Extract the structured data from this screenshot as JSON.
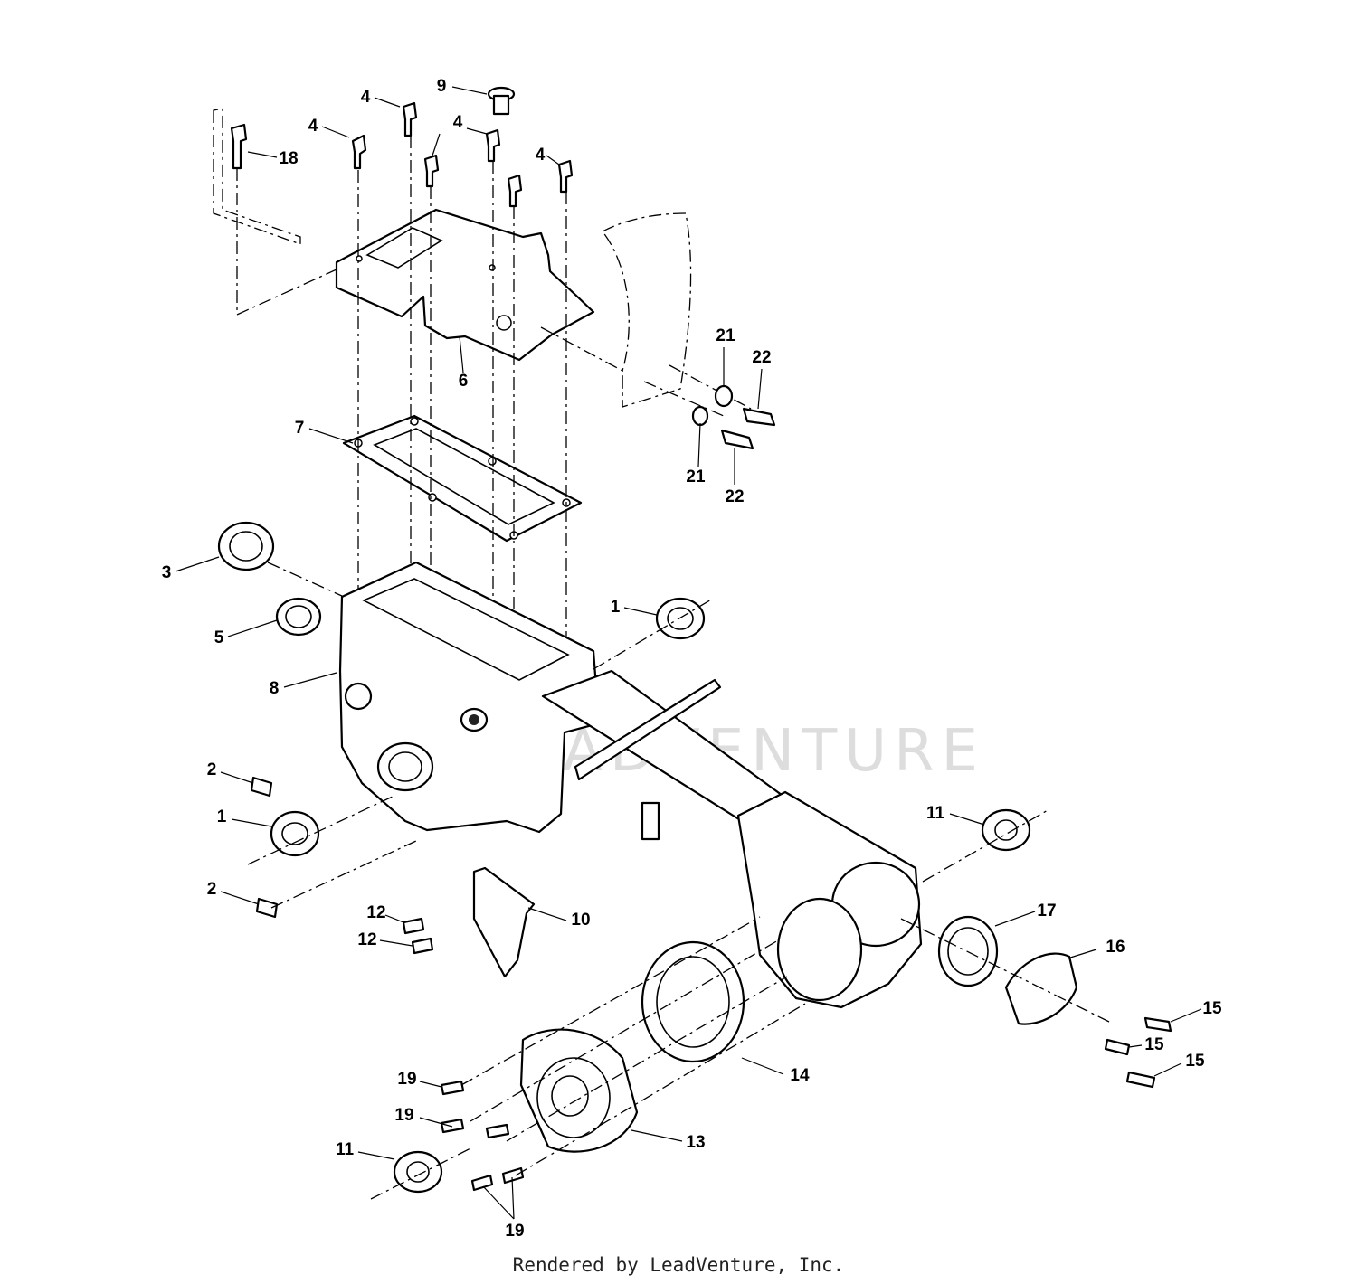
{
  "diagram": {
    "callouts": [
      {
        "id": "c1",
        "label": "9"
      },
      {
        "id": "c2",
        "label": "4"
      },
      {
        "id": "c3",
        "label": "4"
      },
      {
        "id": "c4",
        "label": "4"
      },
      {
        "id": "c5",
        "label": "4"
      },
      {
        "id": "c6",
        "label": "18"
      },
      {
        "id": "c7",
        "label": "6"
      },
      {
        "id": "c8",
        "label": "21"
      },
      {
        "id": "c9",
        "label": "22"
      },
      {
        "id": "c10",
        "label": "7"
      },
      {
        "id": "c11",
        "label": "21"
      },
      {
        "id": "c12",
        "label": "22"
      },
      {
        "id": "c13",
        "label": "3"
      },
      {
        "id": "c14",
        "label": "1"
      },
      {
        "id": "c15",
        "label": "5"
      },
      {
        "id": "c16",
        "label": "8"
      },
      {
        "id": "c17",
        "label": "2"
      },
      {
        "id": "c18",
        "label": "1"
      },
      {
        "id": "c19",
        "label": "2"
      },
      {
        "id": "c20",
        "label": "11"
      },
      {
        "id": "c21",
        "label": "12"
      },
      {
        "id": "c22",
        "label": "10"
      },
      {
        "id": "c23",
        "label": "12"
      },
      {
        "id": "c24",
        "label": "17"
      },
      {
        "id": "c25",
        "label": "16"
      },
      {
        "id": "c26",
        "label": "15"
      },
      {
        "id": "c27",
        "label": "15"
      },
      {
        "id": "c28",
        "label": "15"
      },
      {
        "id": "c29",
        "label": "14"
      },
      {
        "id": "c30",
        "label": "19"
      },
      {
        "id": "c31",
        "label": "19"
      },
      {
        "id": "c32",
        "label": "13"
      },
      {
        "id": "c33",
        "label": "11"
      },
      {
        "id": "c34",
        "label": "19"
      }
    ],
    "watermark": "LEADVENTURE",
    "footer": "Rendered by LeadVenture, Inc."
  }
}
